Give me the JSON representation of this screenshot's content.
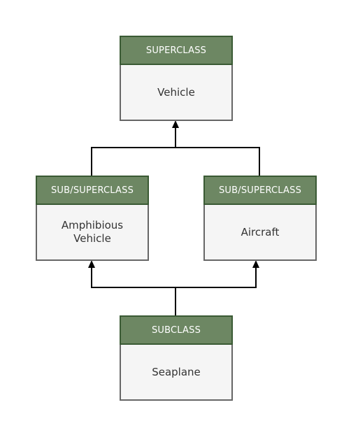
{
  "colors": {
    "header_fill": "#6d8763",
    "header_border": "#3a5a34",
    "body_fill": "#f5f5f5",
    "body_border": "#666666",
    "connector": "#000000"
  },
  "nodes": {
    "vehicle": {
      "role": "SUPERCLASS",
      "name": "Vehicle"
    },
    "amphibious": {
      "role": "SUB/SUPERCLASS",
      "name_line1": "Amphibious",
      "name_line2": "Vehicle"
    },
    "aircraft": {
      "role": "SUB/SUPERCLASS",
      "name": "Aircraft"
    },
    "seaplane": {
      "role": "SUBCLASS",
      "name": "Seaplane"
    }
  }
}
